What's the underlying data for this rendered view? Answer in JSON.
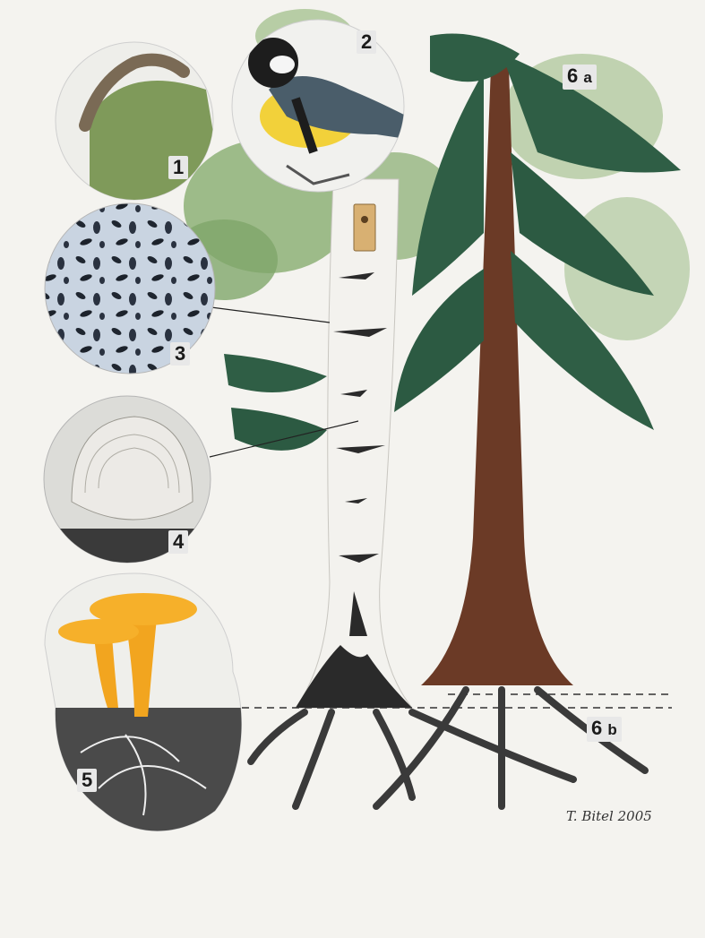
{
  "labels": {
    "l1": "1",
    "l2": "2",
    "l3": "3",
    "l4": "4",
    "l5": "5",
    "l6a_num": "6",
    "l6a_sub": "a",
    "l6b_num": "6",
    "l6b_sub": "b"
  },
  "signature": "T. Bitel 2005",
  "colors": {
    "background": "#f4f3ef",
    "spruce_trunk": "#6b3a26",
    "spruce_foliage": "#2f5e45",
    "birch_bark": "#f3f2ee",
    "birch_leaves": "#7fa66a",
    "tit_yellow": "#f2d13a",
    "chanterelle": "#f2a51f",
    "label_bg": "#e8e8e8"
  }
}
